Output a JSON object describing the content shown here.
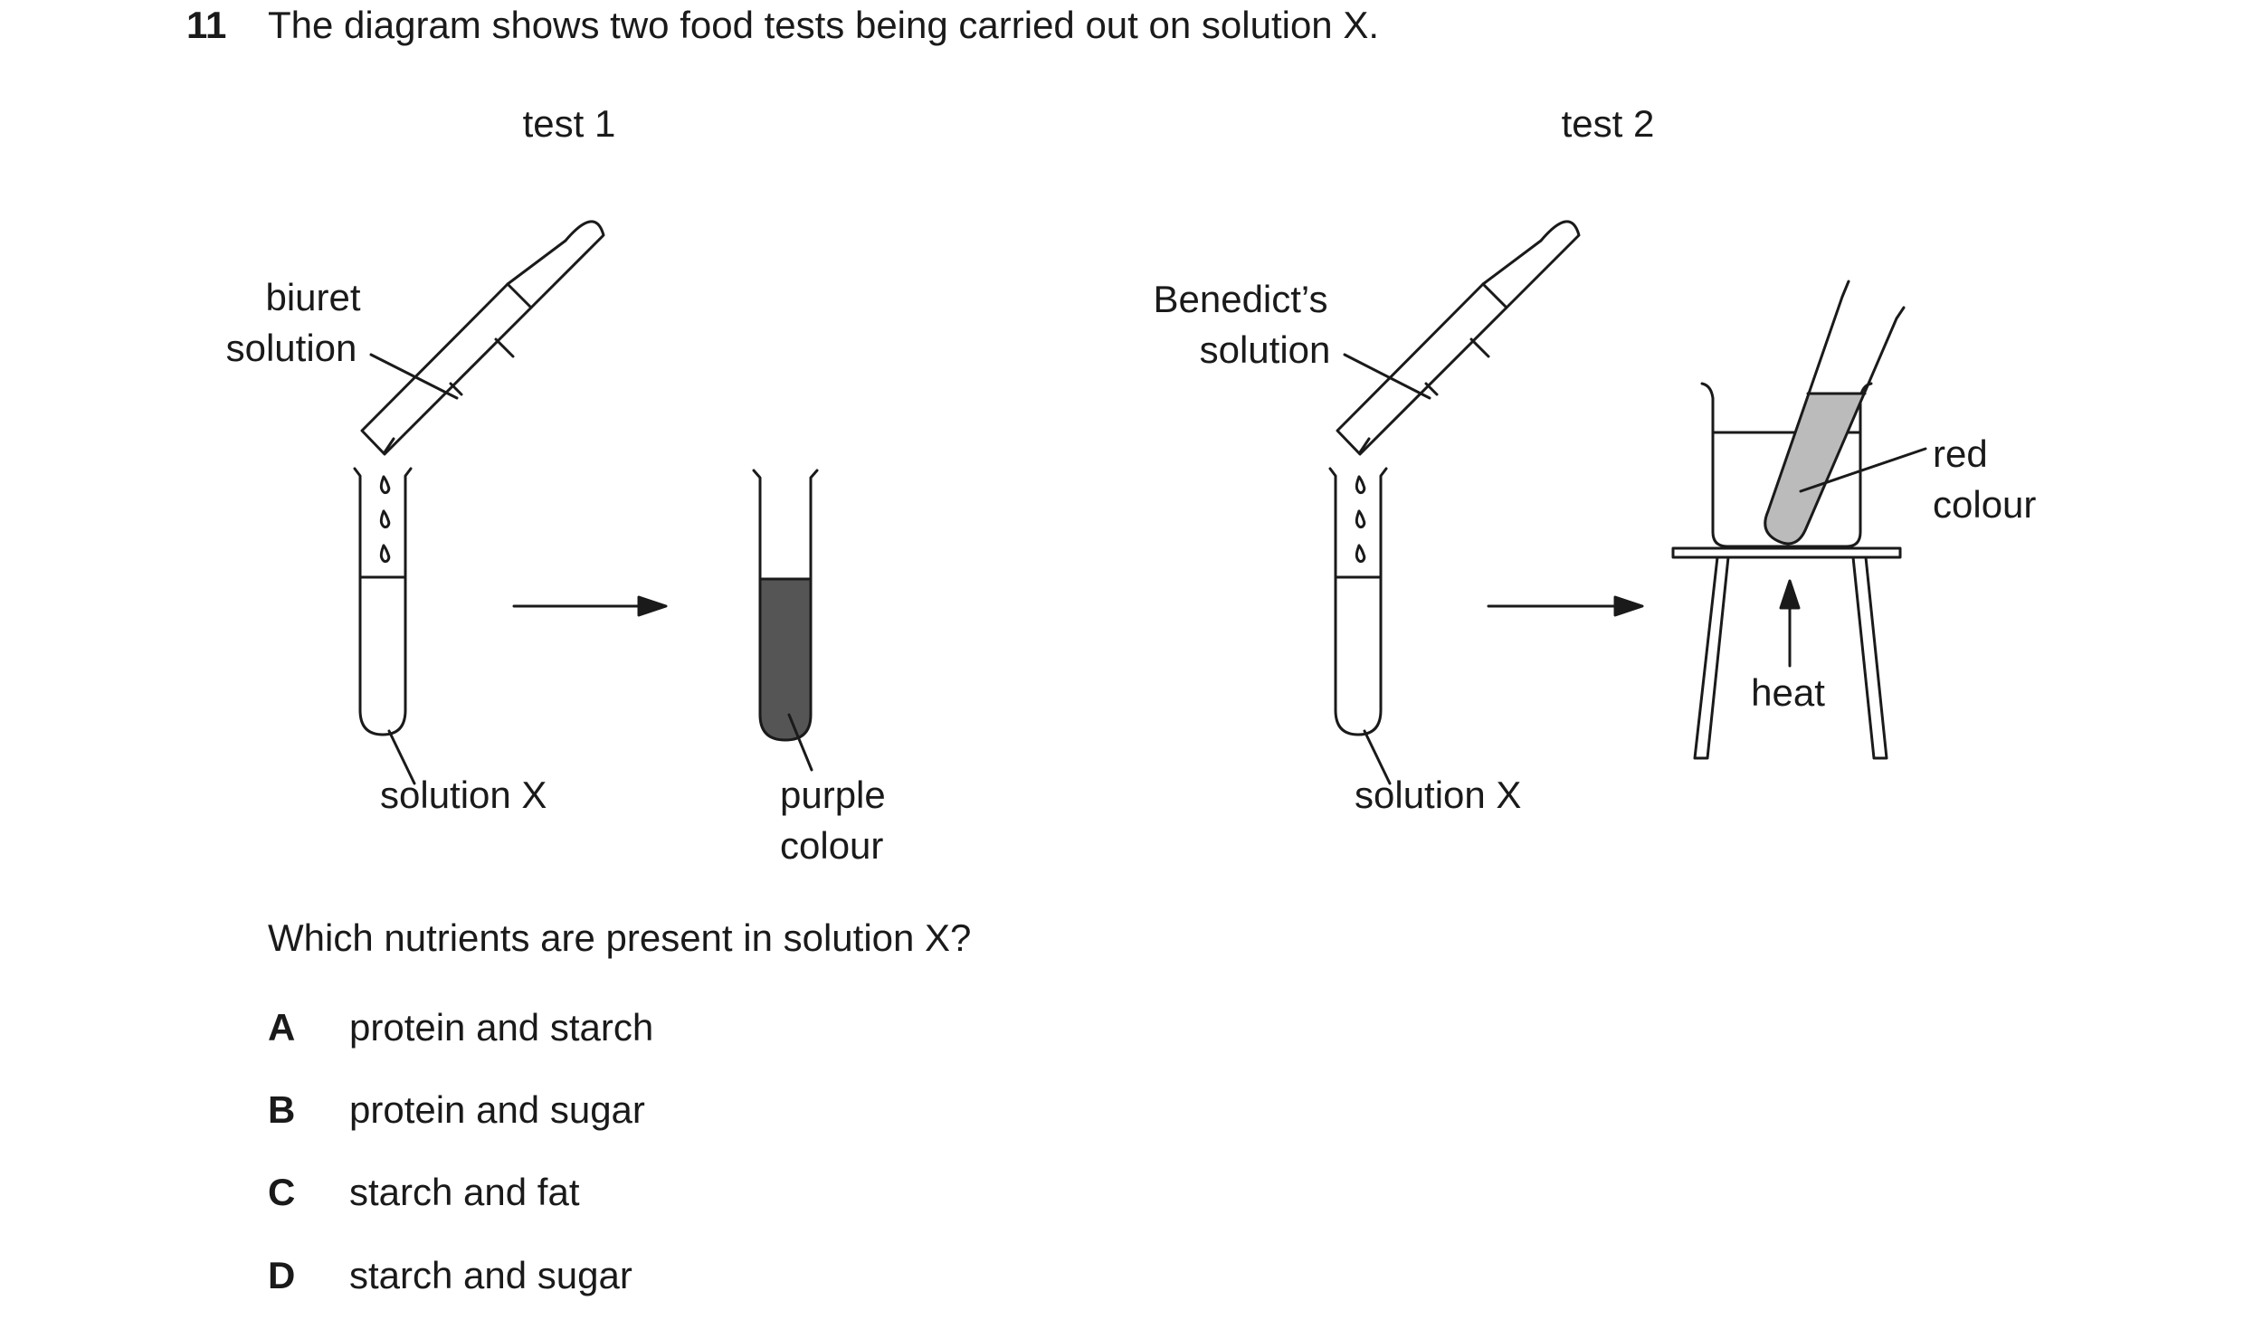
{
  "question": {
    "number": "11",
    "stem": "The diagram shows two food tests being carried out on solution X.",
    "prompt": "Which nutrients are present in solution X?",
    "options": [
      {
        "letter": "A",
        "text": "protein and starch"
      },
      {
        "letter": "B",
        "text": "protein and sugar"
      },
      {
        "letter": "C",
        "text": "starch and fat"
      },
      {
        "letter": "D",
        "text": "starch and sugar"
      }
    ]
  },
  "diagram": {
    "test1": {
      "title": "test 1",
      "reagent_line1": "biuret",
      "reagent_line2": "solution",
      "sample_label": "solution X",
      "result_line1": "purple",
      "result_line2": "colour"
    },
    "test2": {
      "title": "test 2",
      "reagent_line1": "Benedict’s",
      "reagent_line2": "solution",
      "sample_label": "solution X",
      "result_line1": "red",
      "result_line2": "colour",
      "heat_label": "heat"
    },
    "colors": {
      "purple_liquid": "#555555",
      "red_liquid": "#bbbbbb",
      "ink": "#1a1a1a"
    }
  }
}
